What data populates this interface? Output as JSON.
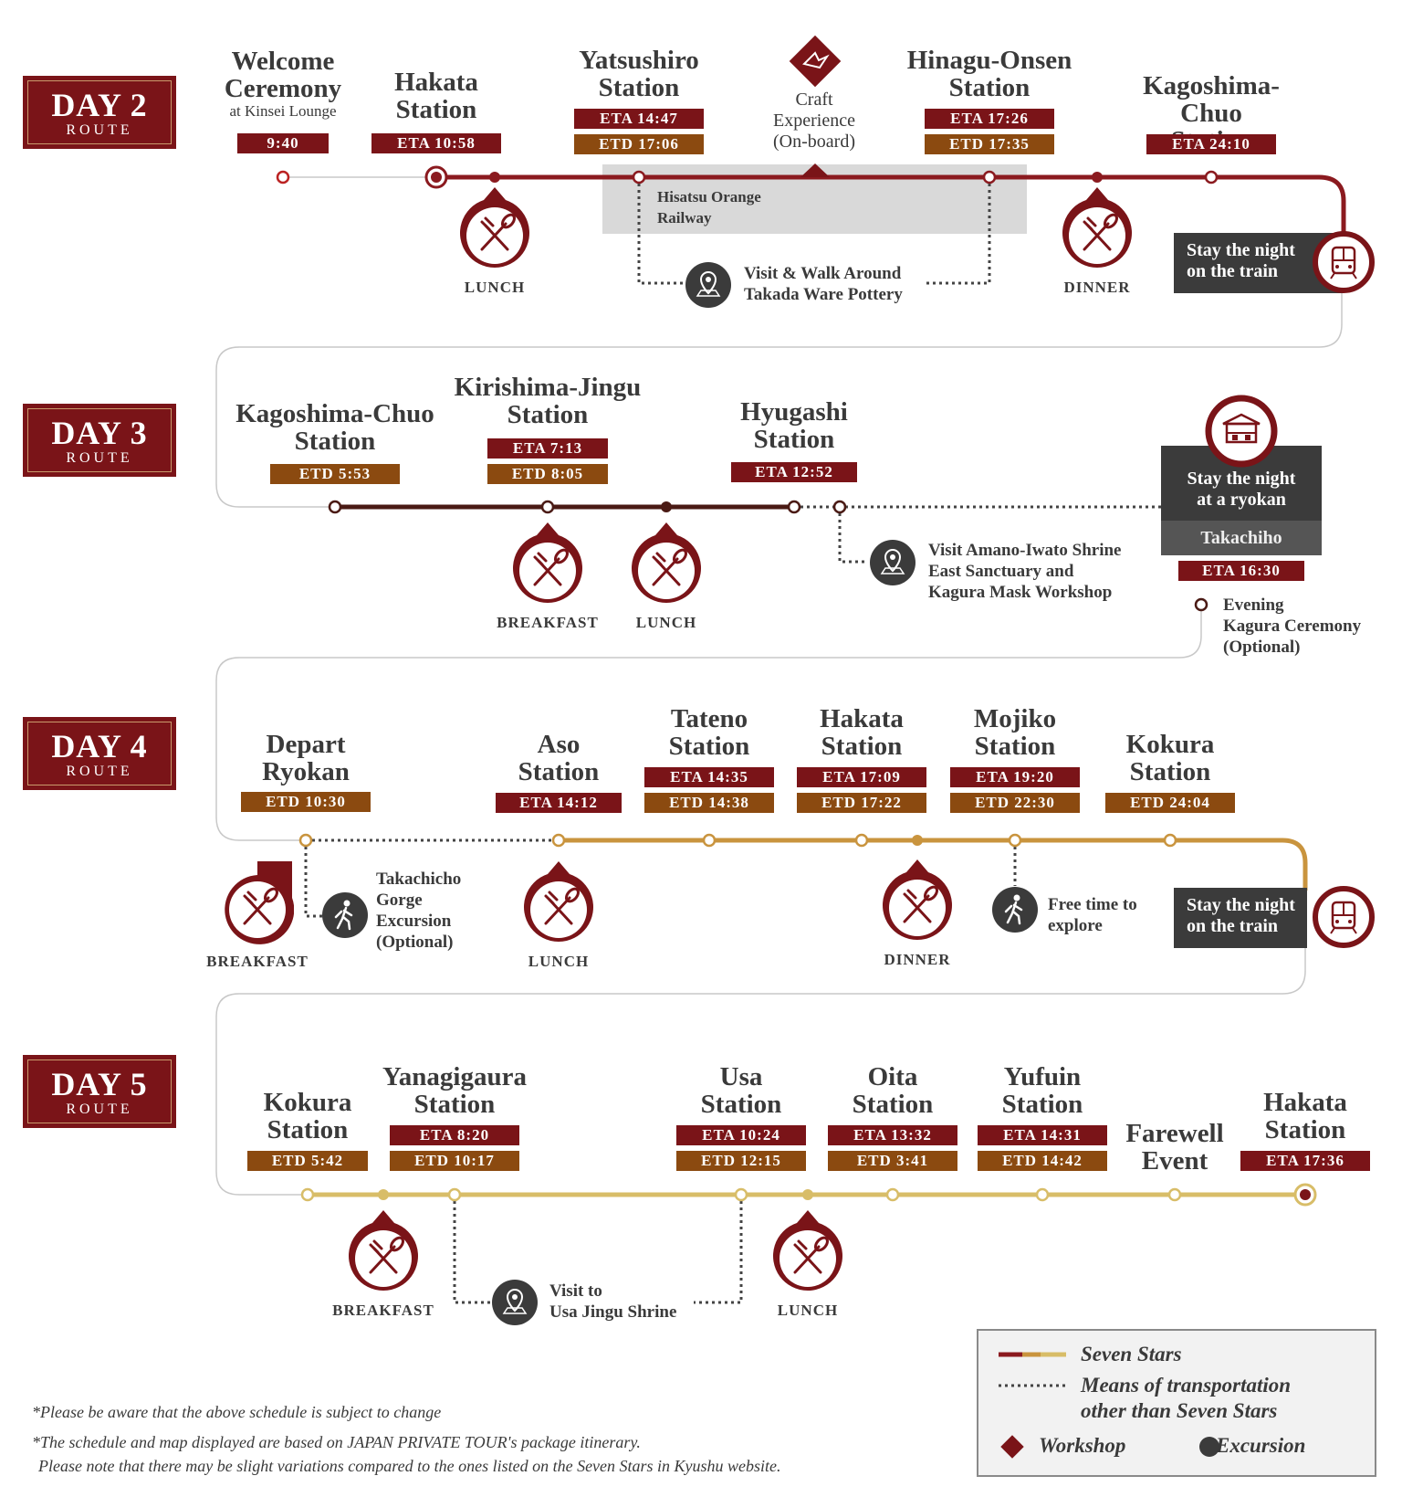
{
  "days": [
    {
      "day": "DAY 2",
      "route": "ROUTE"
    },
    {
      "day": "DAY 3",
      "route": "ROUTE"
    },
    {
      "day": "DAY 4",
      "route": "ROUTE"
    },
    {
      "day": "DAY 5",
      "route": "ROUTE"
    }
  ],
  "day2": {
    "welcome": {
      "name": "Welcome\nCeremony",
      "sub": "at Kinsei Lounge",
      "time": "9:40"
    },
    "hakata": {
      "name": "Hakata\nStation",
      "eta": "ETA  10:58"
    },
    "yatsushiro": {
      "name": "Yatsushiro\nStation",
      "eta": "ETA  14:47",
      "etd": "ETD 17:06"
    },
    "craft": "Craft\nExperience\n(On-board)",
    "hinagu": {
      "name": "Hinagu-Onsen\nStation",
      "eta": "ETA  17:26",
      "etd": "ETD 17:35"
    },
    "kagoshima": {
      "name": "Kagoshima-Chuo\nStation",
      "eta": "ETA  24:10"
    },
    "railway": "Hisatsu Orange\nRailway",
    "lunch": "LUNCH",
    "dinner": "DINNER",
    "excursion": "Visit & Walk Around\nTakada Ware Pottery",
    "stay": "Stay the night\non the train"
  },
  "day3": {
    "kagoshima": {
      "name": "Kagoshima-Chuo\nStation",
      "etd": "ETD  5:53"
    },
    "kirishima": {
      "name": "Kirishima-Jingu\nStation",
      "eta": "ETA  7:13",
      "etd": "ETD  8:05"
    },
    "hyugashi": {
      "name": "Hyugashi\nStation",
      "eta": "ETA  12:52"
    },
    "breakfast": "BREAKFAST",
    "lunch": "LUNCH",
    "excursion": "Visit Amano-Iwato Shrine\nEast Sanctuary and\nKagura Mask Workshop",
    "stay": "Stay the night\nat a ryokan",
    "place": "Takachiho",
    "eta": "ETA  16:30",
    "evening": "Evening\nKagura Ceremony\n(Optional)"
  },
  "day4": {
    "depart": {
      "name": "Depart\nRyokan",
      "etd": "ETD 10:30"
    },
    "aso": {
      "name": "Aso\nStation",
      "eta": "ETA  14:12"
    },
    "tateno": {
      "name": "Tateno\nStation",
      "eta": "ETA  14:35",
      "etd": "ETD  14:38"
    },
    "hakata": {
      "name": "Hakata\nStation",
      "eta": "ETA  17:09",
      "etd": "ETD  17:22"
    },
    "mojiko": {
      "name": "Mojiko\nStation",
      "eta": "ETA  19:20",
      "etd": "ETD  22:30"
    },
    "kokura": {
      "name": "Kokura\nStation",
      "etd": "ETD  24:04"
    },
    "breakfast": "BREAKFAST",
    "lunch": "LUNCH",
    "dinner": "DINNER",
    "gorge": "Takachicho\nGorge\nExcursion\n(Optional)",
    "free": "Free time to\nexplore",
    "stay": "Stay the night\non the train"
  },
  "day5": {
    "kokura": {
      "name": "Kokura\nStation",
      "etd": "ETD  5:42"
    },
    "yanagi": {
      "name": "Yanagigaura\nStation",
      "eta": "ETA  8:20",
      "etd": "ETD  10:17"
    },
    "usa": {
      "name": "Usa\nStation",
      "eta": "ETA  10:24",
      "etd": "ETD  12:15"
    },
    "oita": {
      "name": "Oita\nStation",
      "eta": "ETA  13:32",
      "etd": "ETD  3:41"
    },
    "yufuin": {
      "name": "Yufuin\nStation",
      "eta": "ETA  14:31",
      "etd": "ETD  14:42"
    },
    "farewell": "Farewell\nEvent",
    "hakata": {
      "name": "Hakata\nStation",
      "eta": "ETA  17:36"
    },
    "breakfast": "BREAKFAST",
    "lunch": "LUNCH",
    "excursion": "Visit to\nUsa Jingu Shrine"
  },
  "legend": {
    "seven_stars": "Seven Stars",
    "other": "Means of transportation\nother than Seven Stars",
    "workshop": "Workshop",
    "excursion": "Excursion"
  },
  "footnotes": {
    "line1": "*Please be aware that the above schedule is subject to change",
    "line2": "*The schedule and map displayed are based on JAPAN PRIVATE TOUR's package itinerary.",
    "line3": "Please note that there may be slight variations compared to the ones listed on the Seven Stars in Kyushu website."
  },
  "colors": {
    "day2_line": "#8b1a1f",
    "day3_line": "#4a1a14",
    "day4_line": "#c9943e",
    "day5_line": "#d8bd68",
    "badge_eta": "#7a1418",
    "badge_etd": "#8b4a10",
    "dark_box": "#3b3b3b"
  }
}
